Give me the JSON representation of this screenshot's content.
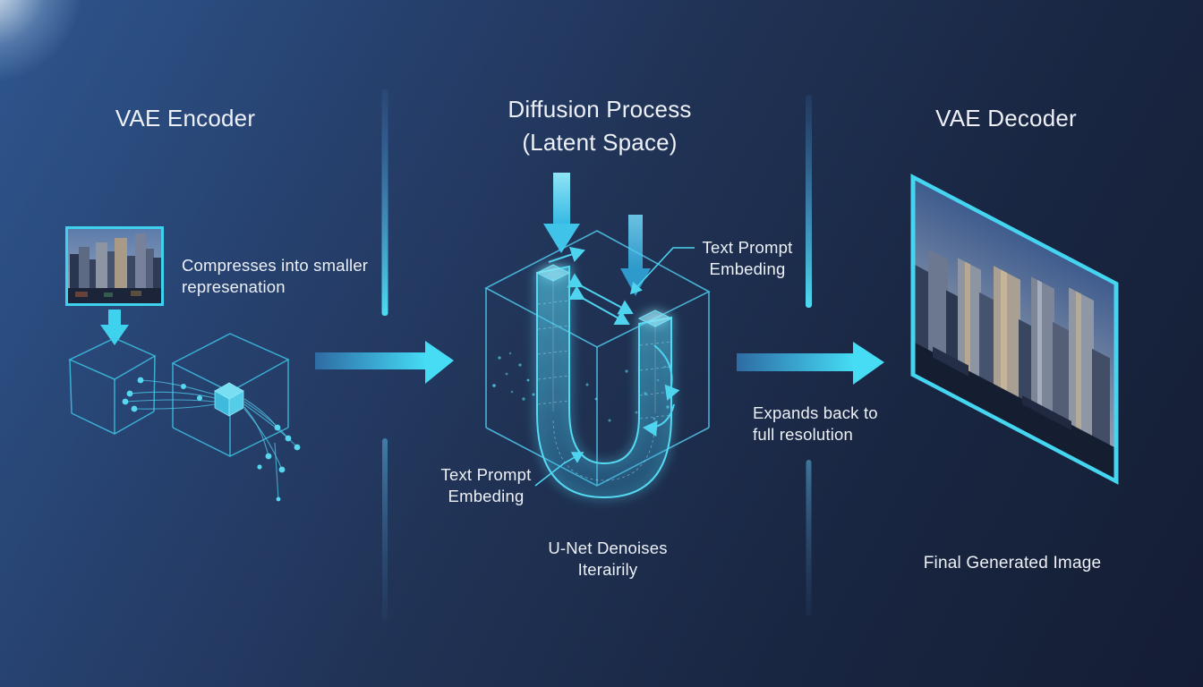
{
  "diagram": {
    "encoder": {
      "title": "VAE Encoder",
      "caption": "Compresses into smaller\nrepresenation"
    },
    "diffusion": {
      "title": "Diffusion Process\n(Latent Space)",
      "prompt_label_top": "Text Prompt\nEmbeding",
      "prompt_label_bottom": "Text Prompt\nEmbeding",
      "caption": "U-Net Denoises\nIterairily"
    },
    "decoder": {
      "title": "VAE Decoder",
      "transition_label": "Expands back to\nfull resolution",
      "caption": "Final Generated Image"
    },
    "colors": {
      "background_top": "#2e568e",
      "background_bottom": "#141d33",
      "accent": "#3fd2ee",
      "text": "#edf1f7"
    },
    "icons": {
      "flow_arrow": "right-arrow-icon",
      "input_arrow": "down-arrow-icon"
    }
  }
}
